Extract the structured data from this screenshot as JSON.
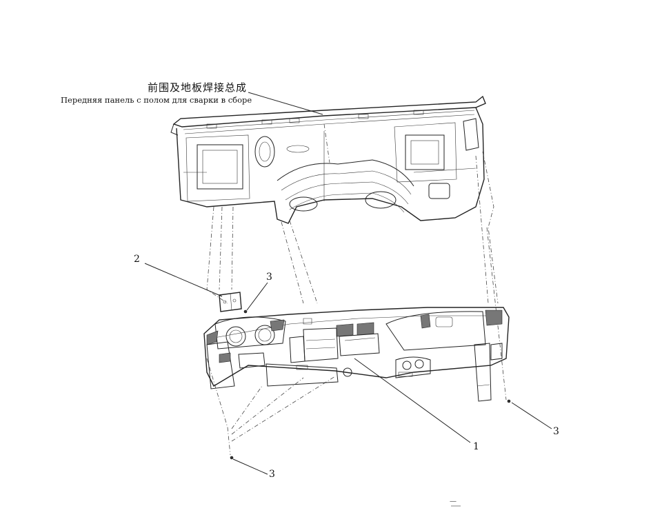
{
  "titles": {
    "chinese": "前围及地板焊接总成",
    "russian": "Передняя панель с полом для сварки в сборе"
  },
  "callouts": [
    {
      "label": "2"
    },
    {
      "label": "3"
    },
    {
      "label": "1"
    },
    {
      "label": "3"
    },
    {
      "label": "3"
    }
  ],
  "footer_mark": "—"
}
